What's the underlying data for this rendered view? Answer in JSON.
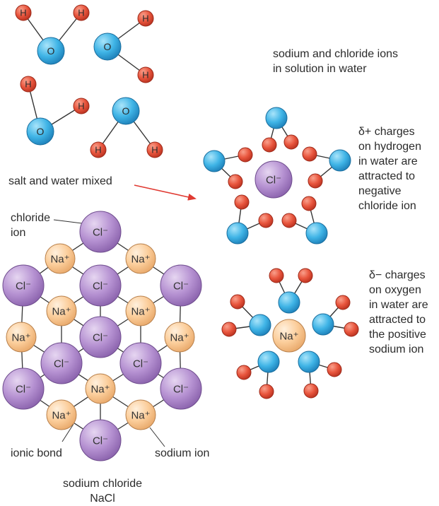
{
  "atoms": {
    "oxygen": "O",
    "hydrogen": "H",
    "chloride": "Cl⁻",
    "sodium": "Na⁺"
  },
  "labels": {
    "ions_in_solution": [
      "sodium and chloride ions",
      "in solution in water"
    ],
    "salt_water_mixed": "salt and water mixed",
    "delta_plus": [
      "δ+ charges",
      "on hydrogen",
      "in water are",
      "attracted to",
      "negative",
      "chloride ion"
    ],
    "delta_minus": [
      "δ− charges",
      "on oxygen",
      "in water are",
      "attracted to",
      "the positive",
      "sodium ion"
    ],
    "chloride_ion": [
      "chloride",
      "ion"
    ],
    "ionic_bond": "ionic bond",
    "sodium_ion": "sodium ion",
    "sodium_chloride": [
      "sodium chloride",
      "NaCl"
    ]
  },
  "colors": {
    "oxygen": "#3fb4e6",
    "hydrogen": "#e8553d",
    "chloride": "#a980c7",
    "sodium": "#f8c48e",
    "arrow": "#e03a32",
    "text": "#2b2b2b"
  }
}
